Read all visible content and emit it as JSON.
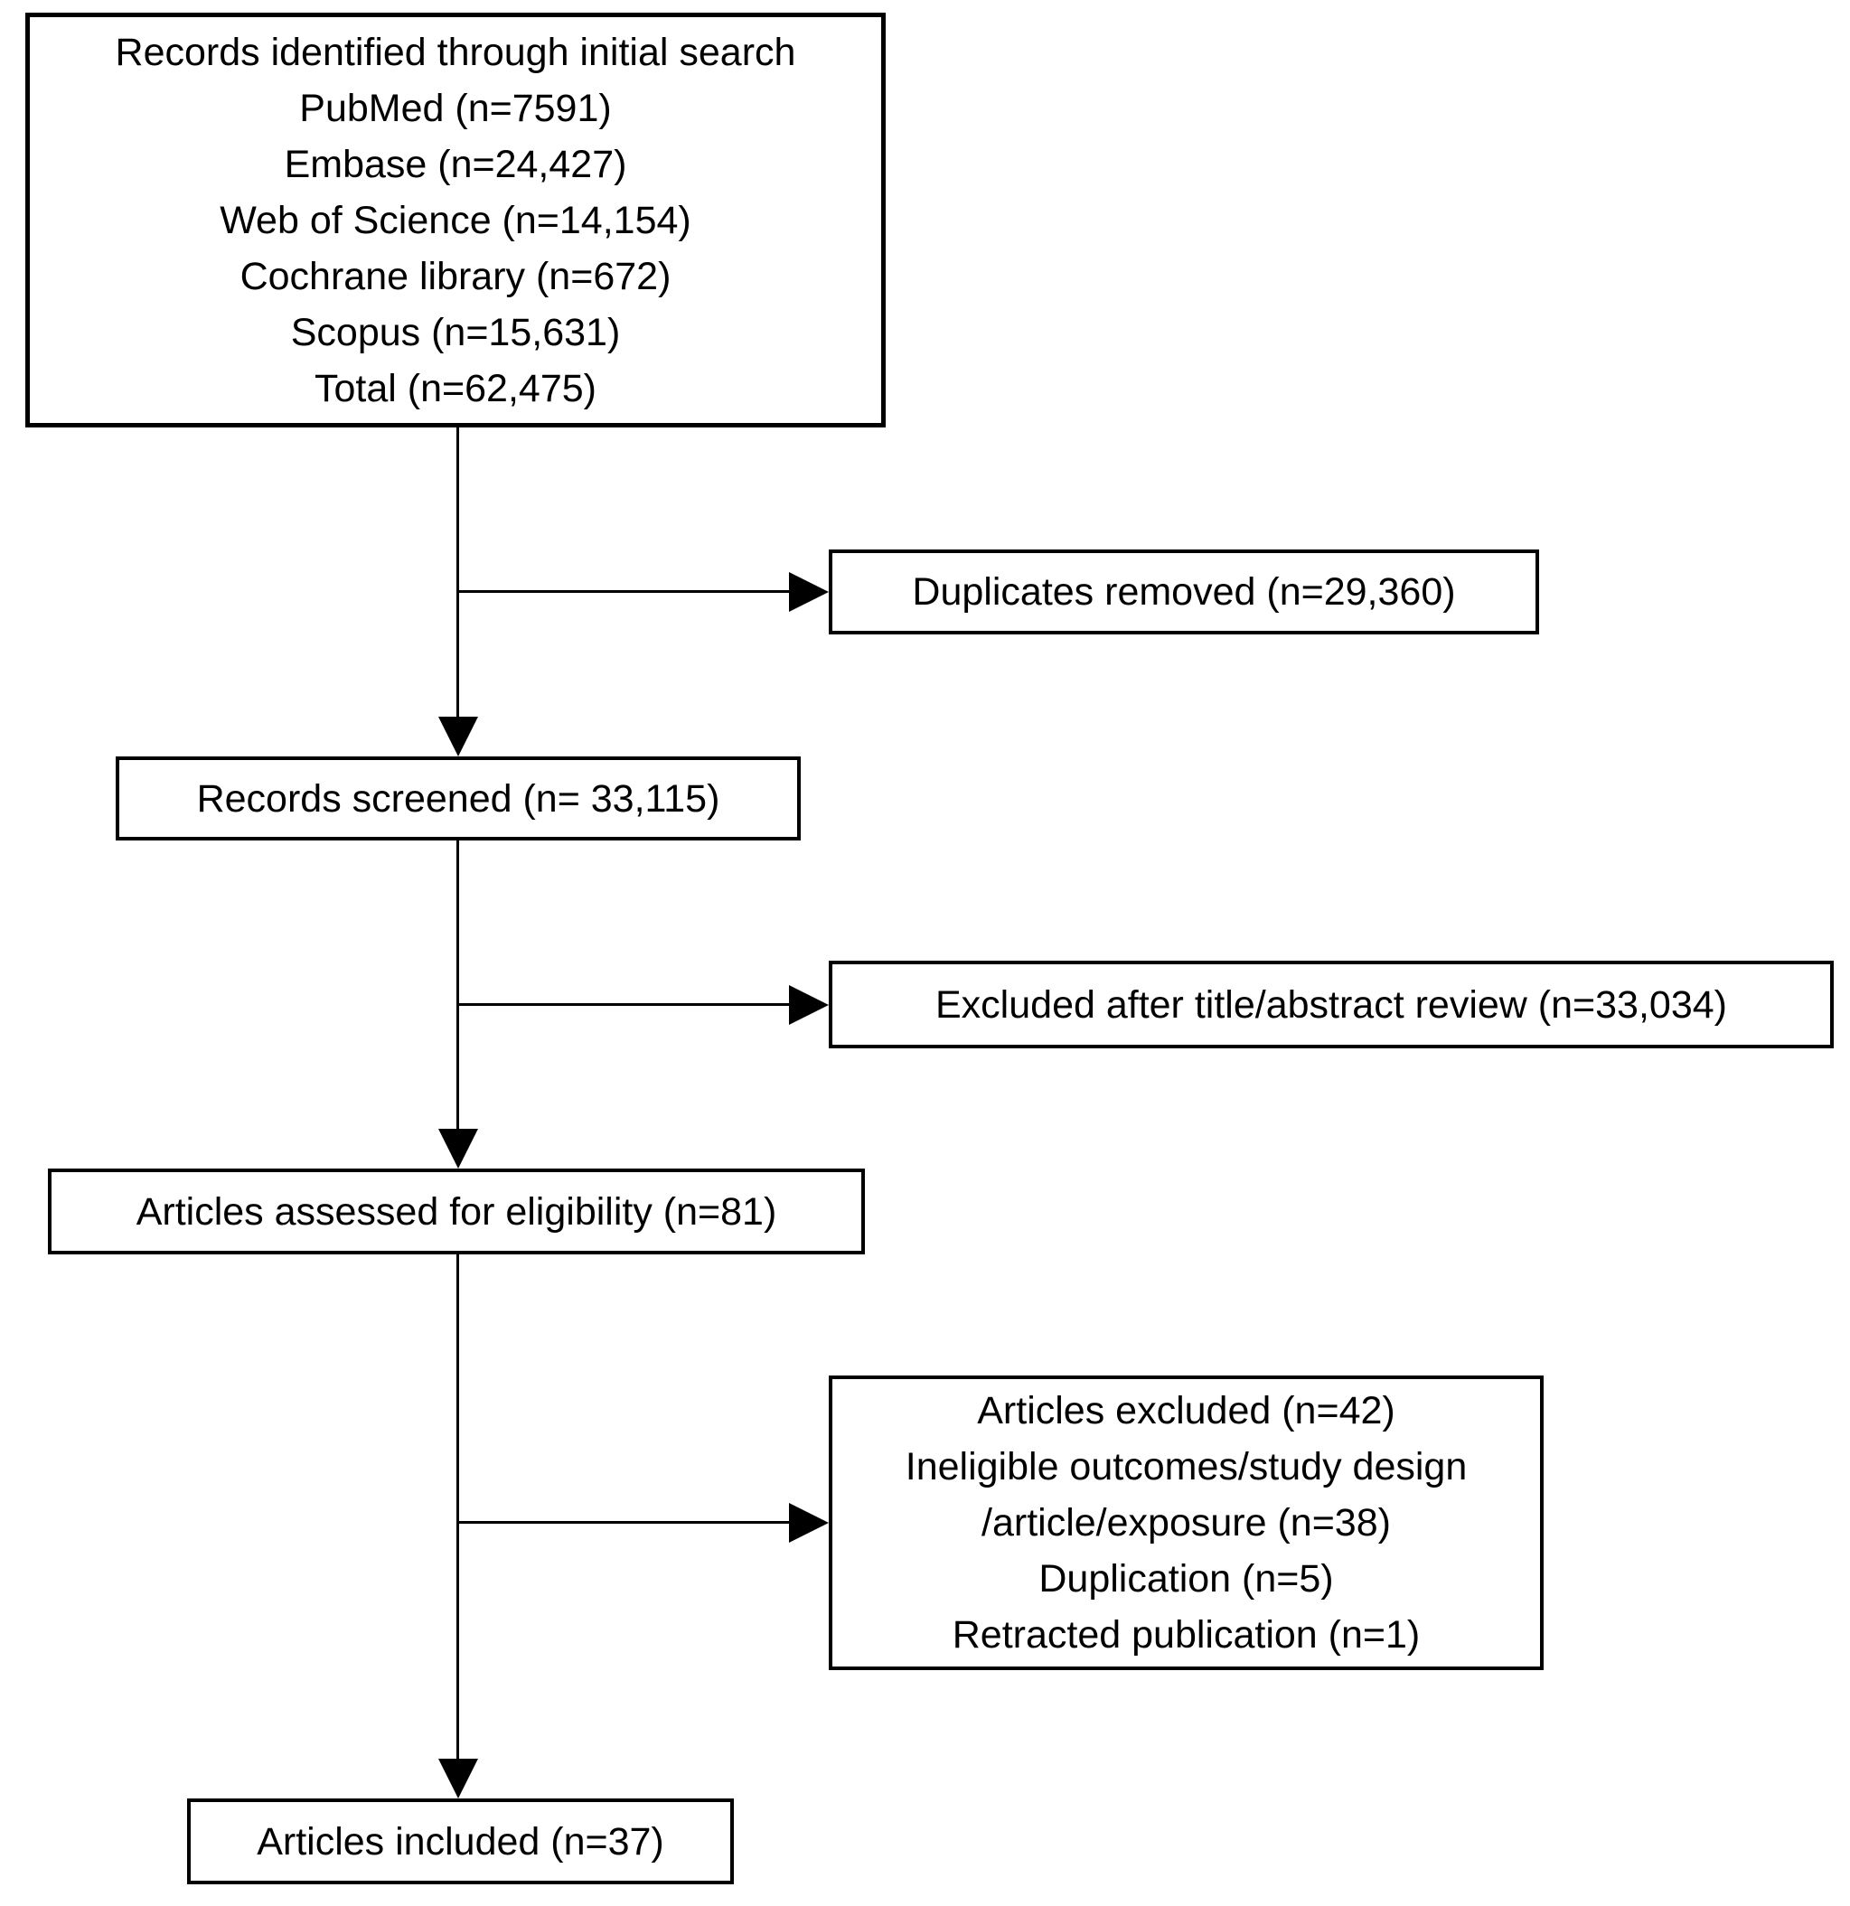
{
  "boxes": {
    "identification": {
      "lines": [
        "Records identified through initial search",
        "PubMed (n=7591)",
        "Embase (n=24,427)",
        "Web of Science (n=14,154)",
        "Cochrane library (n=672)",
        "Scopus (n=15,631)",
        "Total (n=62,475)"
      ]
    },
    "duplicates_removed": {
      "label": "Duplicates removed (n=29,360)"
    },
    "records_screened": {
      "label": "Records screened (n= 33,115)"
    },
    "excluded_title_abstract": {
      "label": "Excluded after title/abstract review (n=33,034)"
    },
    "articles_assessed": {
      "label": "Articles assessed for eligibility (n=81)"
    },
    "articles_excluded": {
      "lines": [
        "Articles excluded (n=42)",
        "Ineligible outcomes/study design",
        "/article/exposure (n=38)",
        "Duplication (n=5)",
        "Retracted publication (n=1)"
      ]
    },
    "articles_included": {
      "label": "Articles included (n=37)"
    }
  },
  "colors": {
    "text": "#000000",
    "border": "#000000",
    "background": "#ffffff"
  }
}
